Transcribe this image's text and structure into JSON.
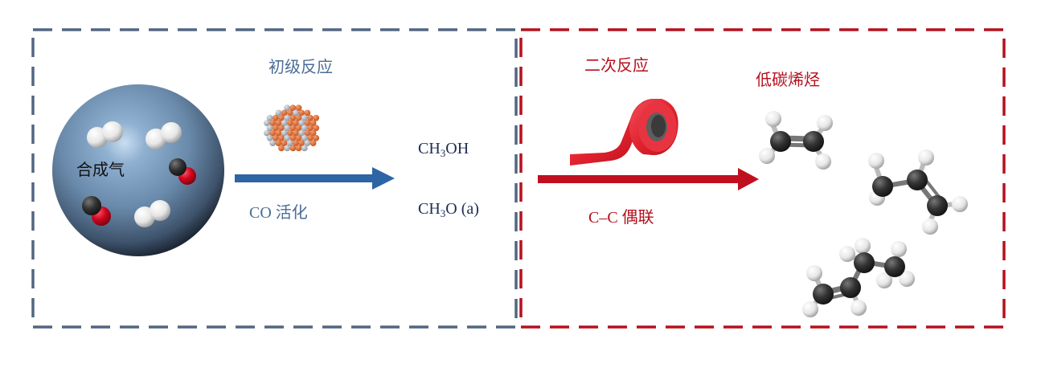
{
  "colors": {
    "left_box": "#526682",
    "right_box": "#b5101e",
    "blue_arrow": "#2e65a4",
    "red_arrow": "#c0101f",
    "sphere": "#6f8faf",
    "text_blue": "#4a6d96",
    "text_navy": "#1c2e56",
    "text_red": "#b5101e"
  },
  "left_panel": {
    "sphere_label": "合成气",
    "reaction_title": "初级反应",
    "arrow_label": "CO 活化",
    "catalyst_icon": "nanocluster-icon",
    "products": [
      {
        "main": "CH",
        "sub": "3",
        "rest": "OH"
      },
      {
        "main": "CH",
        "sub": "3",
        "rest": "O (a)"
      }
    ],
    "molecules": [
      "h2-molecule",
      "h2-molecule",
      "co-molecule",
      "co-molecule",
      "h2-molecule"
    ]
  },
  "right_panel": {
    "reaction_title": "二次反应",
    "arrow_label": "C–C 偶联",
    "coupling_icon": "tape-roll-icon",
    "products_title": "低碳烯烃",
    "molecules": [
      "ethylene-molecule",
      "propylene-molecule",
      "butene-molecule"
    ]
  }
}
